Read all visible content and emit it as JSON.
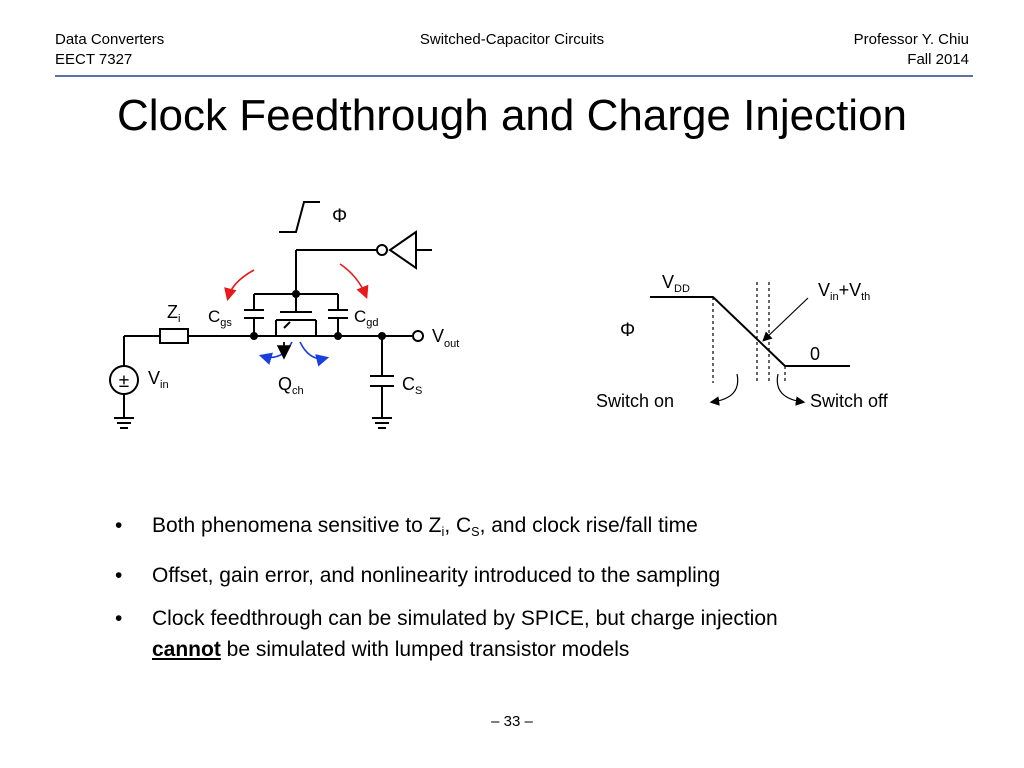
{
  "header": {
    "course": "Data Converters",
    "code": "EECT 7327",
    "topic": "Switched-Capacitor Circuits",
    "instructor": "Professor Y. Chiu",
    "term": "Fall 2014"
  },
  "title": "Clock Feedthrough and Charge Injection",
  "circuit": {
    "phi": "Φ",
    "zi_main": "Z",
    "zi_sub": "i",
    "cgs_main": "C",
    "cgs_sub": "gs",
    "cgd_main": "C",
    "cgd_sub": "gd",
    "vout_main": "V",
    "vout_sub": "out",
    "vin_main": "V",
    "vin_sub": "in",
    "qch_main": "Q",
    "qch_sub": "ch",
    "cs_main": "C",
    "cs_sub": "S",
    "plusminus": "±"
  },
  "waveform": {
    "vdd_main": "V",
    "vdd_sub": "DD",
    "vinvth_a": "V",
    "vinvth_a_sub": "in",
    "vinvth_plus": "+V",
    "vinvth_b_sub": "th",
    "phi": "Φ",
    "zero": "0",
    "switch_on": "Switch on",
    "switch_off": "Switch off"
  },
  "bullets": {
    "b1_pre": "Both phenomena sensitive to Z",
    "b1_sub1": "i",
    "b1_mid": ", C",
    "b1_sub2": "S",
    "b1_post": ", and clock rise/fall time",
    "b2": "Offset, gain error, and nonlinearity introduced to the sampling",
    "b3": "Clock feedthrough can be simulated by SPICE, but charge injection",
    "b3_bold": "cannot",
    "b3_post": " be simulated with lumped transistor models",
    "marker": "•"
  },
  "page_number": "– 33 –",
  "colors": {
    "rule": "#5f6fa8",
    "red_arrow": "#e8191a",
    "blue_arrow": "#1a3fe0"
  }
}
